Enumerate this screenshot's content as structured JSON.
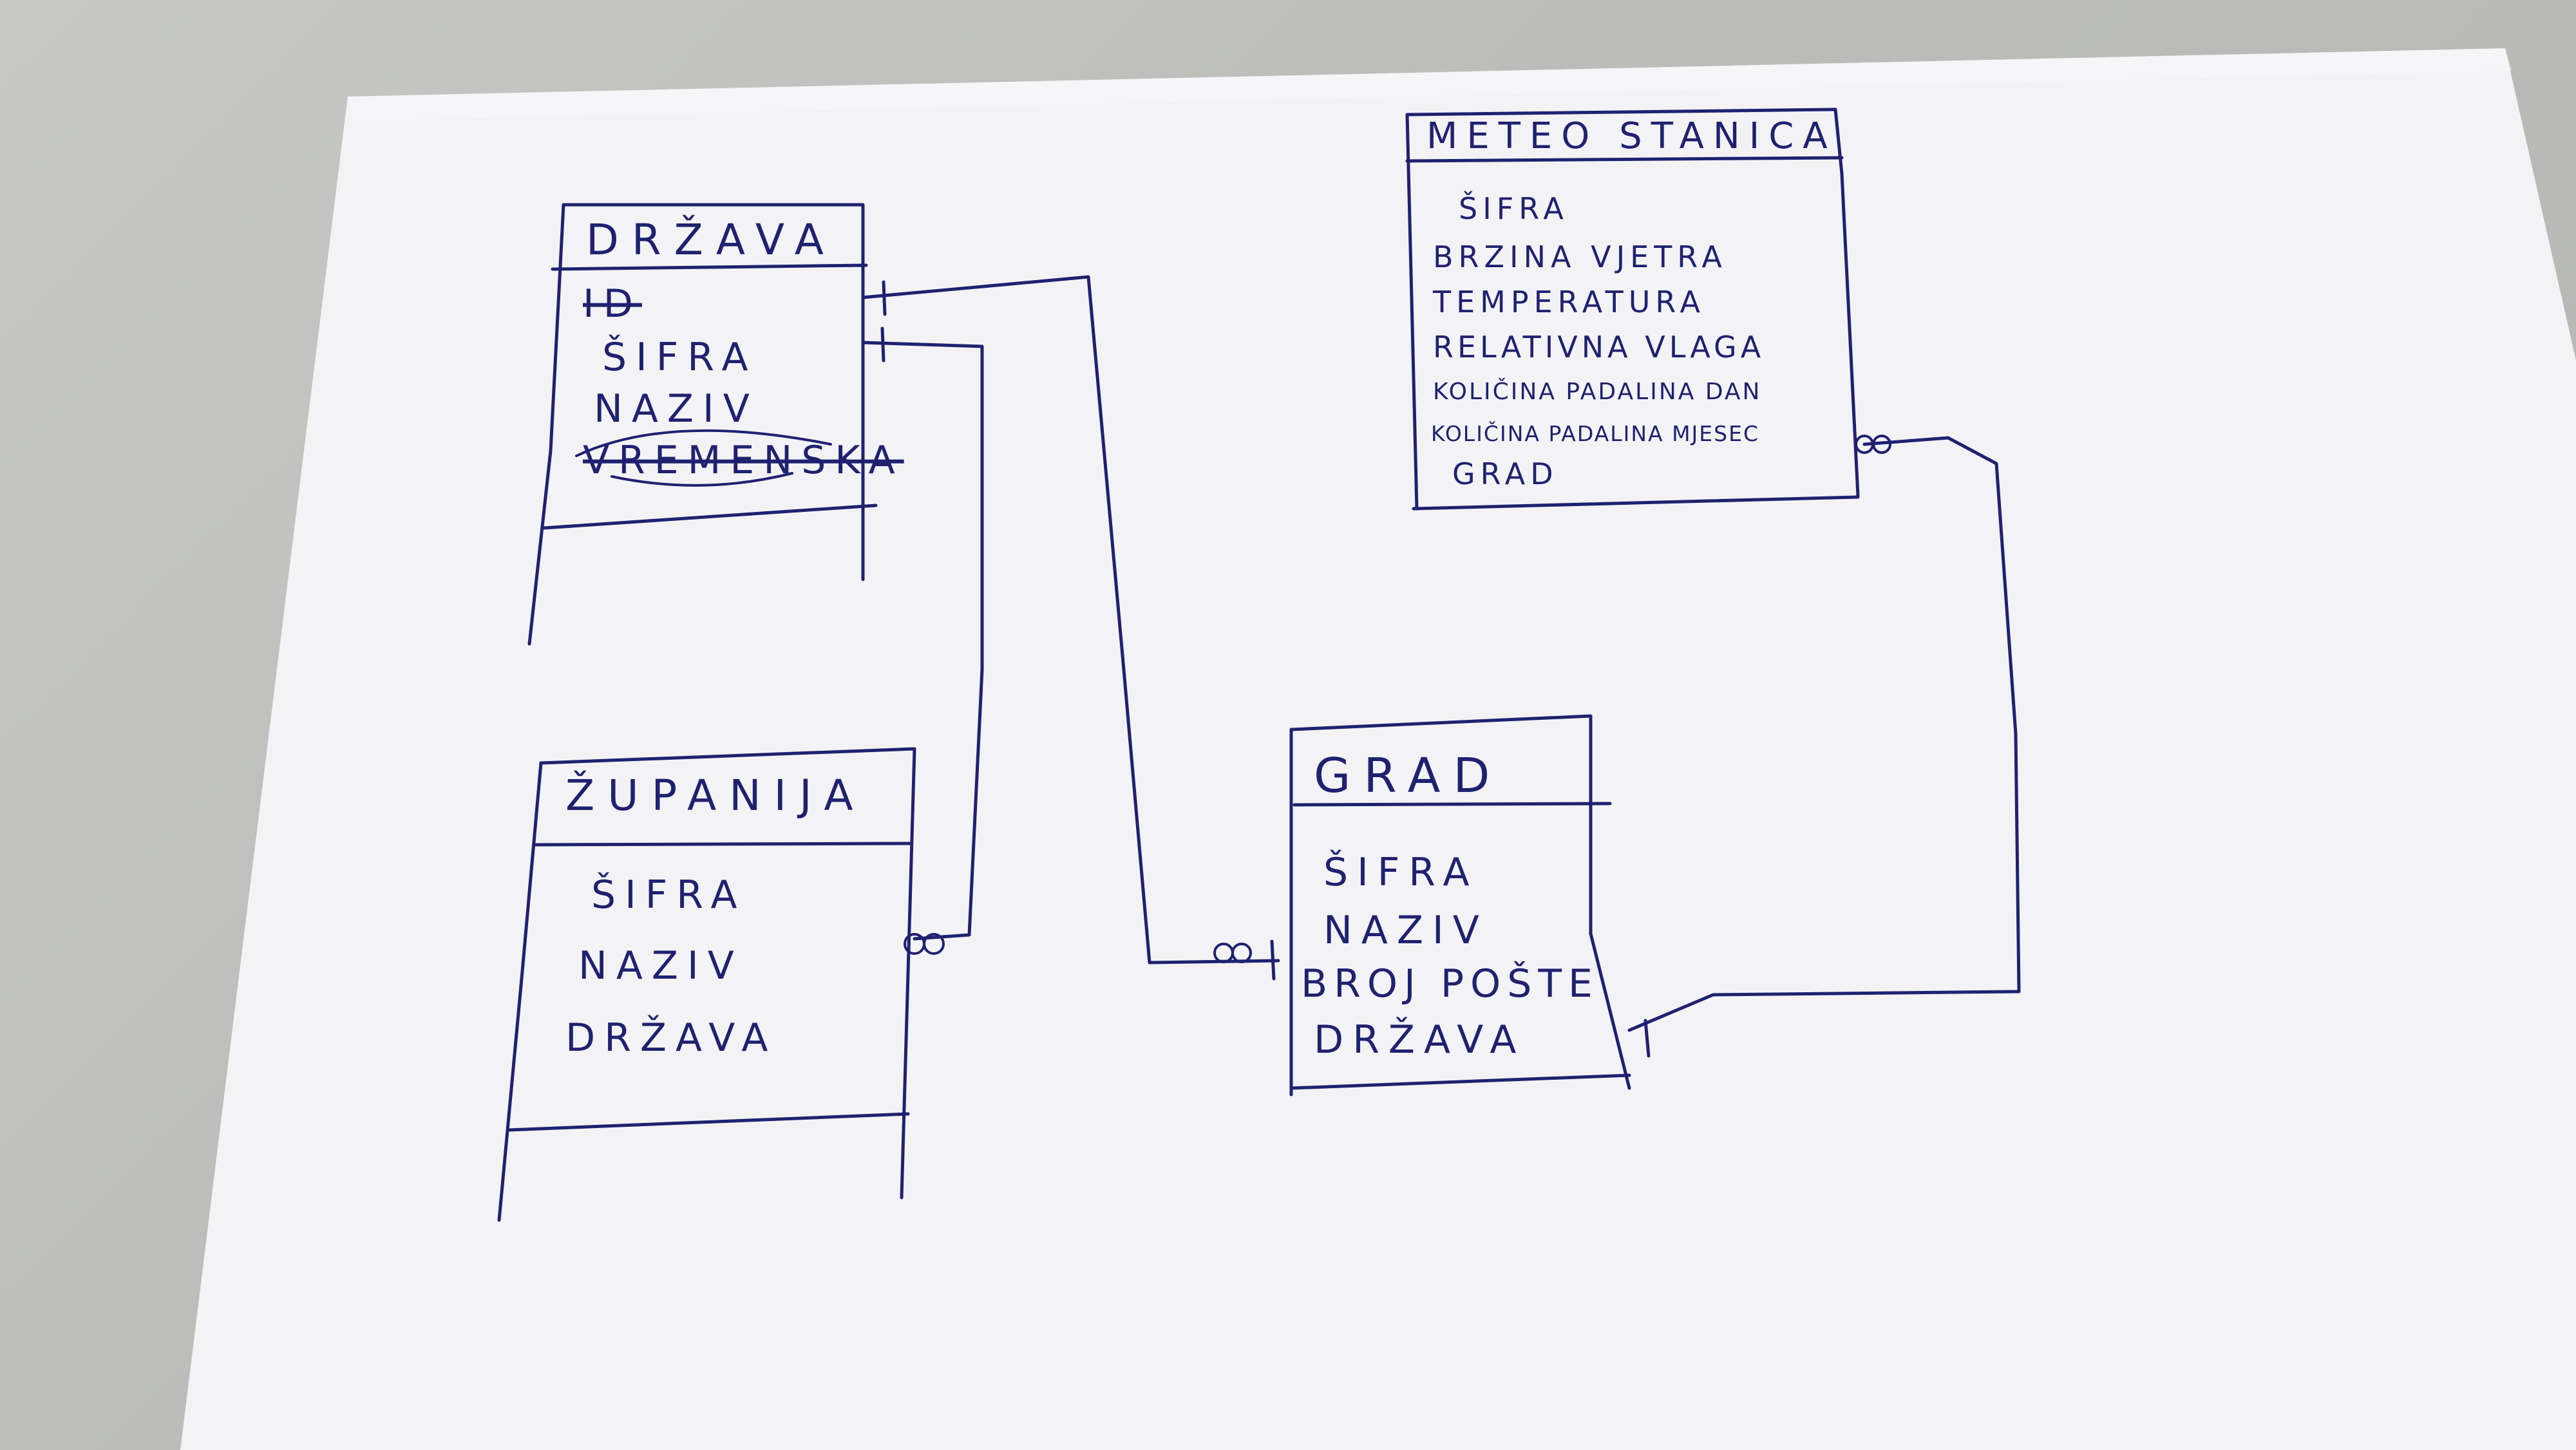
{
  "entities": {
    "drzava": {
      "title": "DRŽAVA",
      "attributes": [
        "ID",
        "ŠIFRA",
        "NAZIV",
        "VREMENSKA"
      ],
      "struck_attributes": [
        "ID",
        "VREMENSKA"
      ]
    },
    "zupanija": {
      "title": "ŽUPANIJA",
      "attributes": [
        "ŠIFRA",
        "NAZIV",
        "DRŽAVA"
      ]
    },
    "grad": {
      "title": "GRAD",
      "attributes": [
        "ŠIFRA",
        "NAZIV",
        "BROJ POŠTE",
        "DRŽAVA"
      ]
    },
    "meteo_stanica": {
      "title": "METEO STANICA",
      "attributes": [
        "ŠIFRA",
        "BRZINA VJETRA",
        "TEMPERATURA",
        "RELATIVNA VLAGA",
        "KOLIČINA PADALINA DAN",
        "KOLIČINA PADALINA MJESEC",
        "GRAD"
      ]
    }
  },
  "relationships": [
    {
      "from": "drzava",
      "to": "grad",
      "from_cardinality": "one",
      "to_cardinality": "many"
    },
    {
      "from": "drzava",
      "to": "zupanija",
      "from_cardinality": "one",
      "to_cardinality": "many"
    },
    {
      "from": "grad",
      "to": "meteo_stanica",
      "from_cardinality": "one",
      "to_cardinality": "many"
    }
  ],
  "colors": {
    "ink": "#1f2170",
    "paper": "#f4f4f6",
    "desk": "#c2c3c0"
  }
}
